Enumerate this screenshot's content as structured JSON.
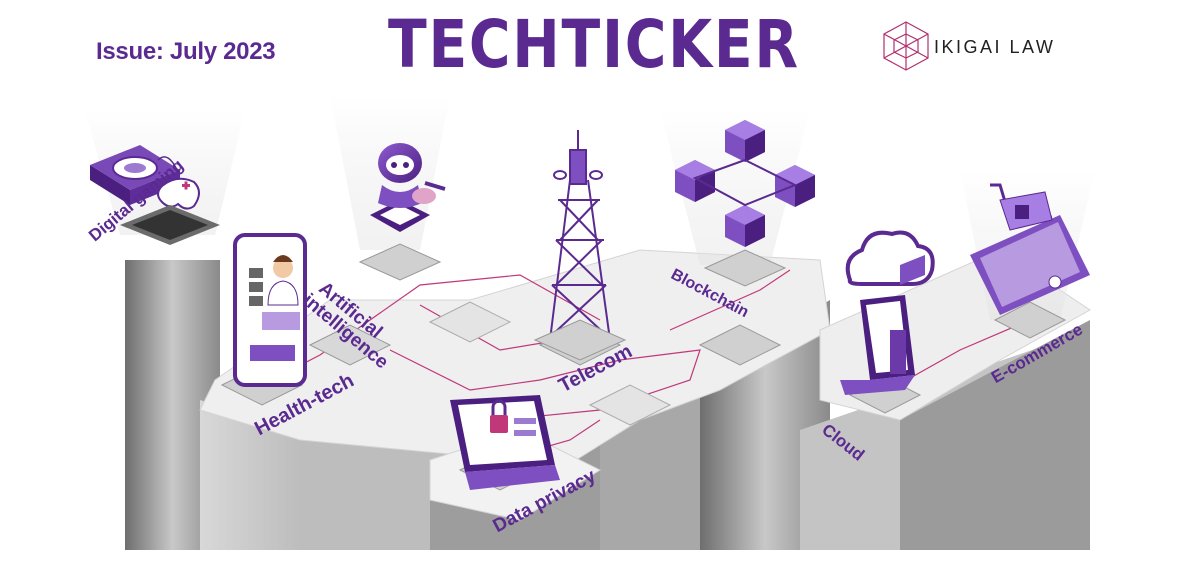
{
  "header": {
    "issue": "Issue: July 2023",
    "title": "TECHTICKER",
    "logo_text": "IKIGAI LAW"
  },
  "topics": [
    {
      "label": "Digital gaming",
      "icon": "game-console-icon"
    },
    {
      "label": "Health-tech",
      "icon": "doctor-phone-icon"
    },
    {
      "label": "Artificial",
      "label2": "intelligence",
      "icon": "robot-chip-icon"
    },
    {
      "label": "Telecom",
      "icon": "tower-icon"
    },
    {
      "label": "Data privacy",
      "icon": "lock-laptop-icon"
    },
    {
      "label": "Blockchain",
      "icon": "cubes-icon"
    },
    {
      "label": "Cloud",
      "icon": "cloud-laptop-icon"
    },
    {
      "label": "E-commerce",
      "icon": "cart-phone-icon"
    }
  ],
  "colors": {
    "accent": "#5b2a91",
    "line": "#c0387a",
    "platform": "#e6e6e6"
  }
}
